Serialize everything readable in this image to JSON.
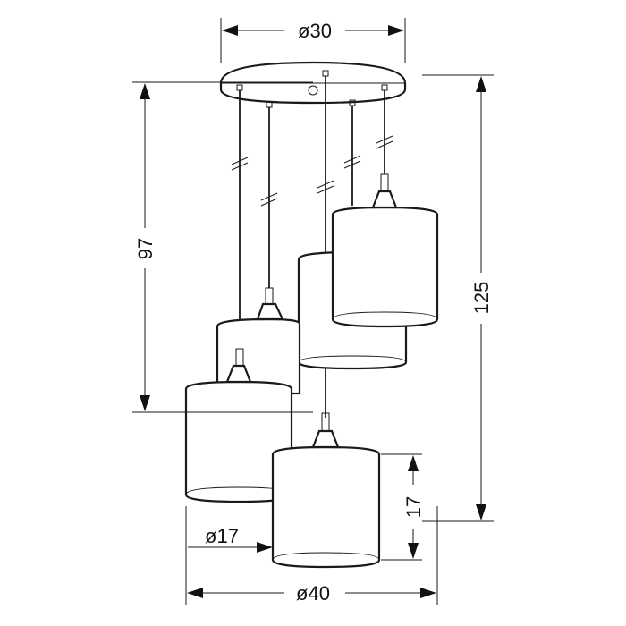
{
  "dimensions": {
    "canopy_diameter": "ø30",
    "suspension_height": "97",
    "total_height": "125",
    "shade_height": "17",
    "shade_diameter": "ø17",
    "overall_diameter": "ø40"
  },
  "colors": {
    "stroke": "#1a1a1a",
    "background": "#ffffff"
  }
}
